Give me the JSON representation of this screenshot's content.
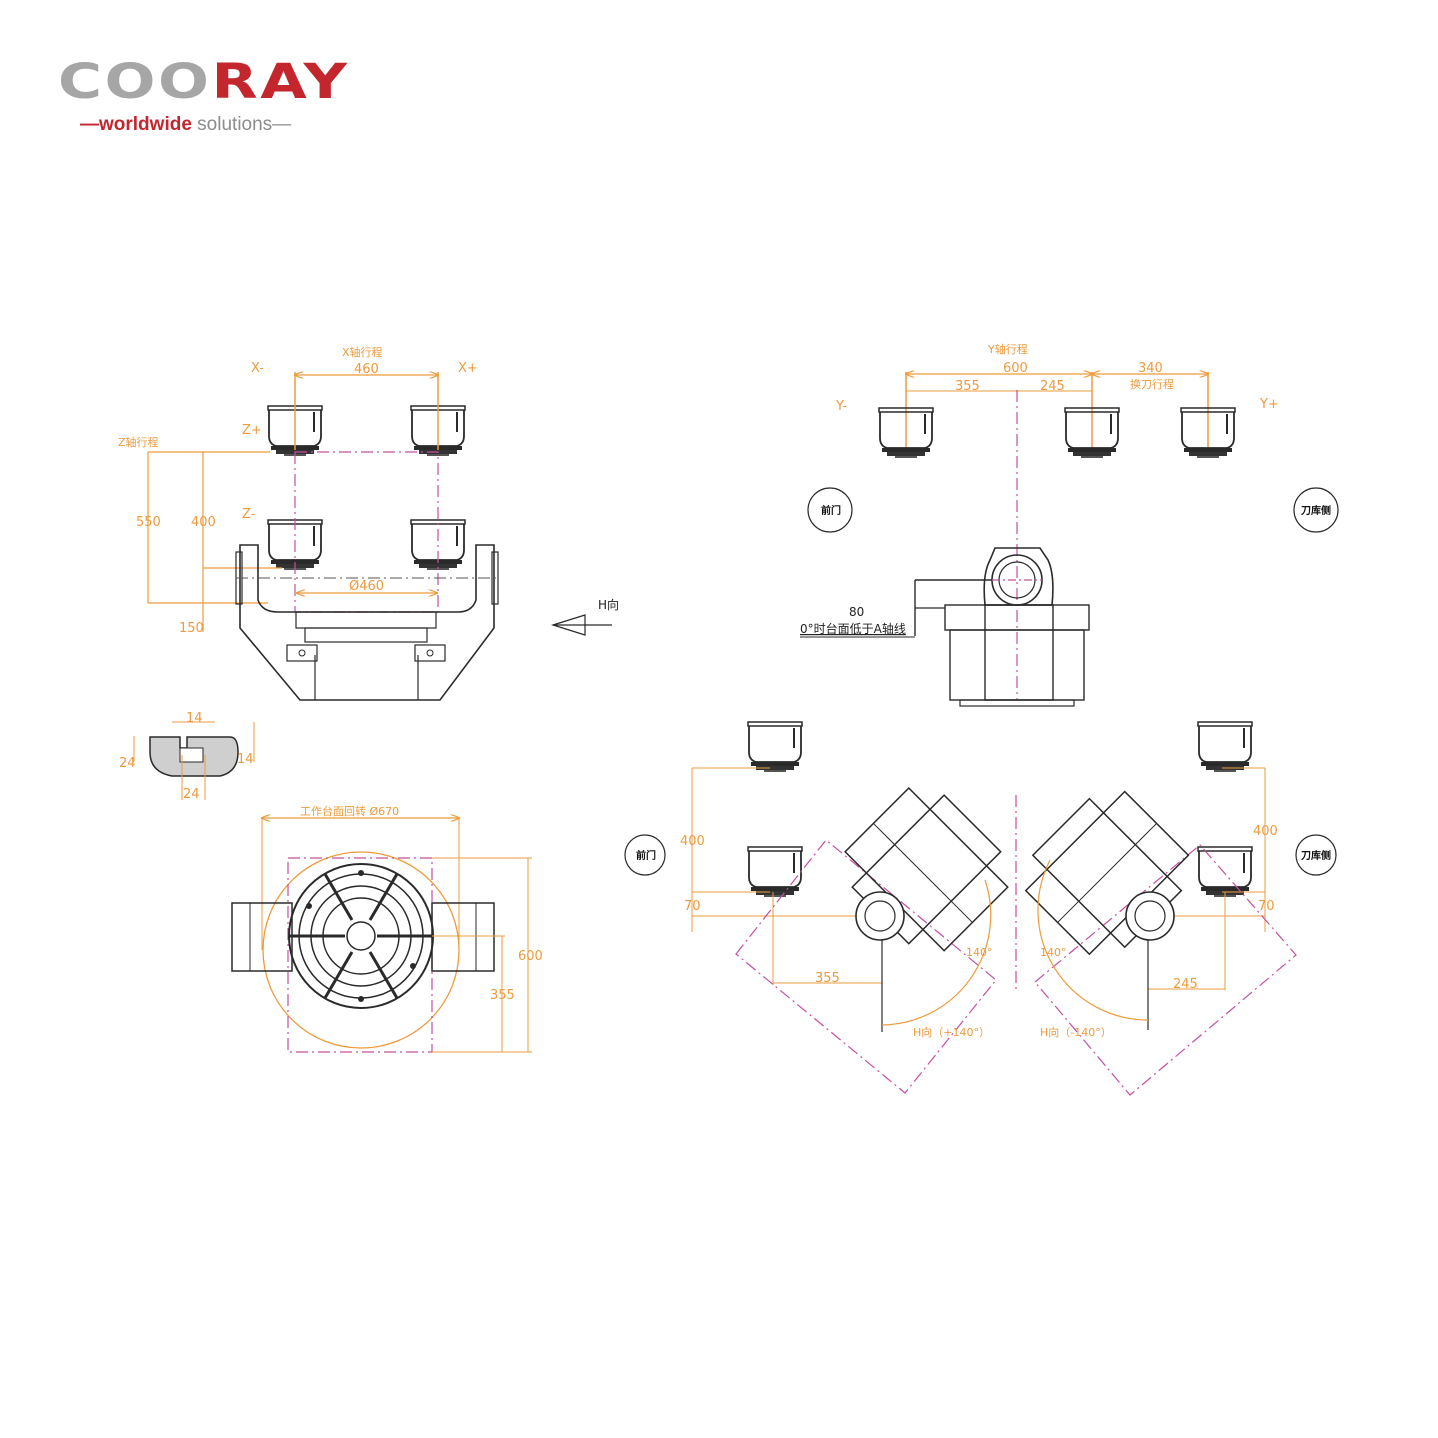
{
  "logo": {
    "brand_grey": "COO",
    "brand_red": "RAY",
    "tagline_dash_left": "—",
    "tagline_bold": "worldwide",
    "tagline_light": " solutions—"
  },
  "colors": {
    "dimension": "#ee9b3d",
    "centerline": "#c44fa0",
    "outline": "#2a2a2a",
    "brand_red": "#c4262e",
    "brand_grey": "#a6a6a6"
  },
  "front_view": {
    "x_axis_travel_label": "X轴行程",
    "x_travel": "460",
    "x_minus": "X-",
    "x_plus": "X+",
    "z_plus": "Z+",
    "z_minus": "Z-",
    "z_axis_travel_label": "Z轴行程",
    "z_550": "550",
    "z_400": "400",
    "z_150": "150",
    "table_diameter": "Ø460",
    "h_direction": "H向"
  },
  "t_slot": {
    "top_width": "14",
    "left_height": "24",
    "right_height": "14",
    "bottom_width": "24"
  },
  "top_view": {
    "swing_label": "工作台面回转  Ø670",
    "height_600": "600",
    "height_355": "355"
  },
  "side_view": {
    "y_axis_travel_label": "Y轴行程",
    "y_travel": "600",
    "y_355": "355",
    "y_245": "245",
    "tool_change": "340",
    "tool_change_label": "换刀行程",
    "y_minus": "Y-",
    "y_plus": "Y+",
    "front_door": "前门",
    "tool_magazine_side": "刀库侧",
    "offset_value": "80",
    "offset_note": "0°时台面低于A轴线"
  },
  "tilt_left": {
    "front_door": "前门",
    "z_400": "400",
    "z_70": "70",
    "offset_355": "355",
    "angle": "140°",
    "h_direction": "H向（+140°）"
  },
  "tilt_right": {
    "tool_magazine_side": "刀库侧",
    "z_400": "400",
    "z_70": "70",
    "offset_245": "245",
    "angle": "140°",
    "h_direction": "H向（-140°）"
  }
}
